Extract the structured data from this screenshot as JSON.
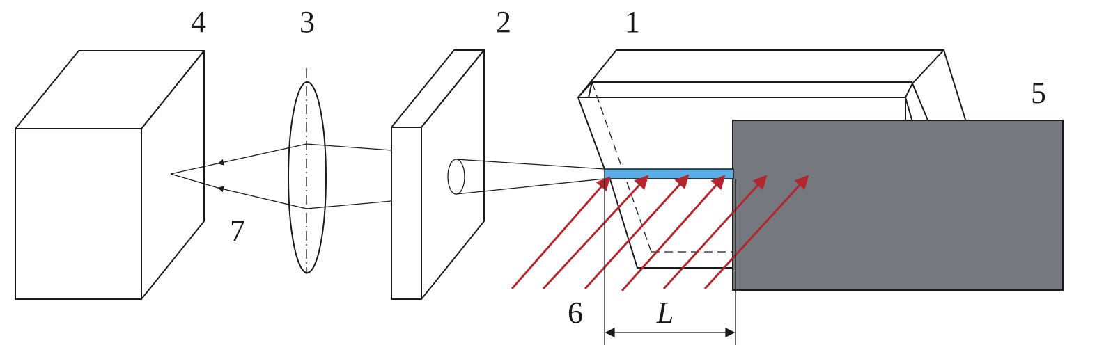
{
  "labels": {
    "n1": "1",
    "n2": "2",
    "n3": "3",
    "n4": "4",
    "n5": "5",
    "n6": "6",
    "n7": "7",
    "length": "L"
  },
  "colors": {
    "line": "#1a1a1a",
    "block": "#75787e",
    "strip": "#5aaee6",
    "ray": "#b3262d"
  }
}
